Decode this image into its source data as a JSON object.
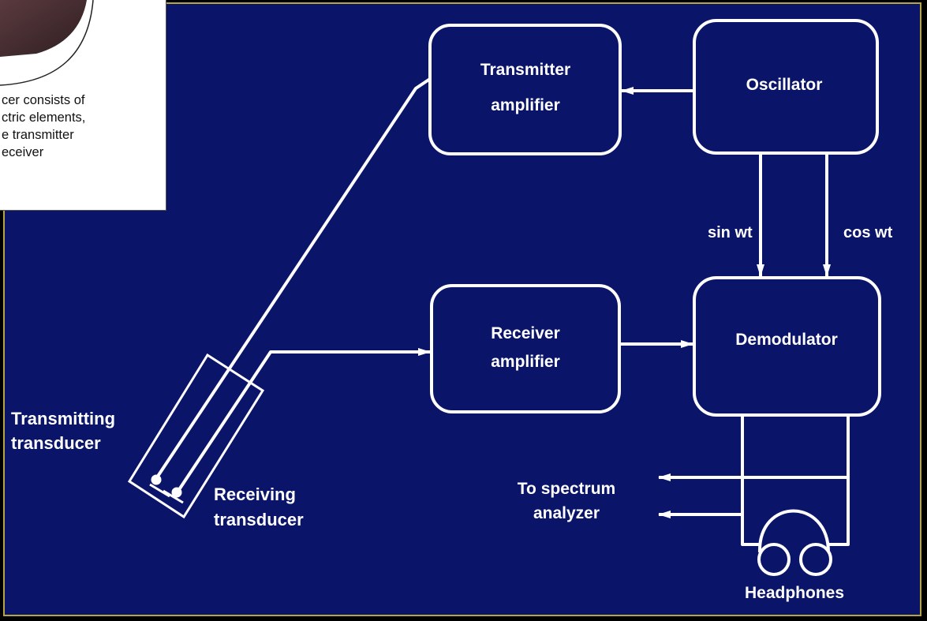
{
  "colors": {
    "background": "#0a1569",
    "line": "#ffffff",
    "frame": "#b5a642",
    "inset_background": "#ffffff",
    "caption_text": "#111111"
  },
  "inset": {
    "caption_lines": [
      "cer consists of",
      "ctric elements,",
      "e transmitter",
      "eceiver"
    ]
  },
  "blocks": {
    "transmitter_amplifier": [
      "Transmitter",
      "amplifier"
    ],
    "oscillator": "Oscillator",
    "receiver_amplifier": [
      "Receiver",
      "amplifier"
    ],
    "demodulator": "Demodulator"
  },
  "signals": {
    "sin": "sin wt",
    "cos": "cos wt"
  },
  "labels": {
    "transmitting_transducer": [
      "Transmitting",
      "transducer"
    ],
    "receiving_transducer": [
      "Receiving",
      "transducer"
    ],
    "spectrum_analyzer": [
      "To spectrum",
      "analyzer"
    ],
    "headphones": "Headphones"
  },
  "icons": {
    "headphones": "headphones-icon",
    "probe": "transducer-probe-icon"
  }
}
